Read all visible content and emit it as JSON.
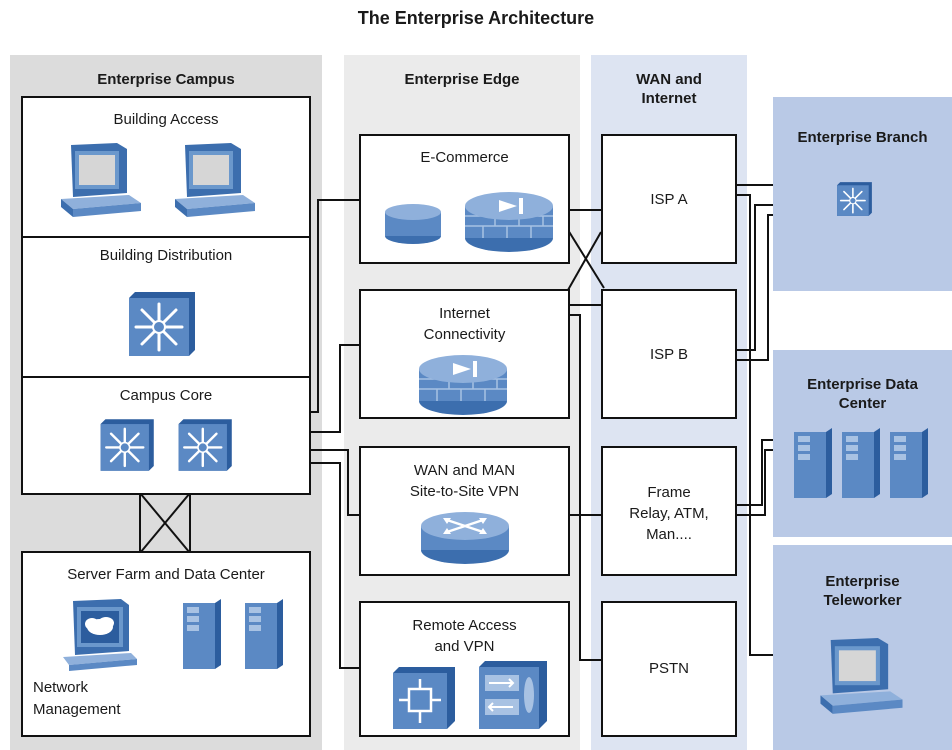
{
  "title": "The Enterprise Architecture",
  "zones": {
    "campus": "Enterprise Campus",
    "edge": "Enterprise Edge",
    "wan": "WAN and\nInternet",
    "branch": "Enterprise Branch",
    "datacenter": "Enterprise Data\nCenter",
    "teleworker": "Enterprise\nTeleworker"
  },
  "campus_blocks": {
    "building_access": "Building Access",
    "building_distribution": "Building Distribution",
    "campus_core": "Campus Core",
    "server_farm": "Server Farm and Data Center",
    "network_management": "Network\nManagement"
  },
  "edge_blocks": {
    "ecommerce": "E-Commerce",
    "internet_connectivity": "Internet\nConnectivity",
    "wan_man": "WAN and MAN\nSite-to-Site VPN",
    "remote_access": "Remote Access\nand VPN"
  },
  "wan_blocks": {
    "isp_a": "ISP A",
    "isp_b": "ISP B",
    "frame_relay": "Frame\nRelay, ATM,\nMan....",
    "pstn": "PSTN"
  },
  "colors": {
    "campus_bg": "#dcdcdc",
    "edge_bg": "#ebebeb",
    "wan_bg": "#dde4f2",
    "right_bg": "#b9c9e6",
    "device_blue": "#5b89c4"
  },
  "icons": [
    "workstation-icon",
    "multilayer-switch-icon",
    "firewall-icon",
    "storage-icon",
    "router-icon",
    "server-icon",
    "vpn-concentrator-icon",
    "network-management-icon"
  ]
}
